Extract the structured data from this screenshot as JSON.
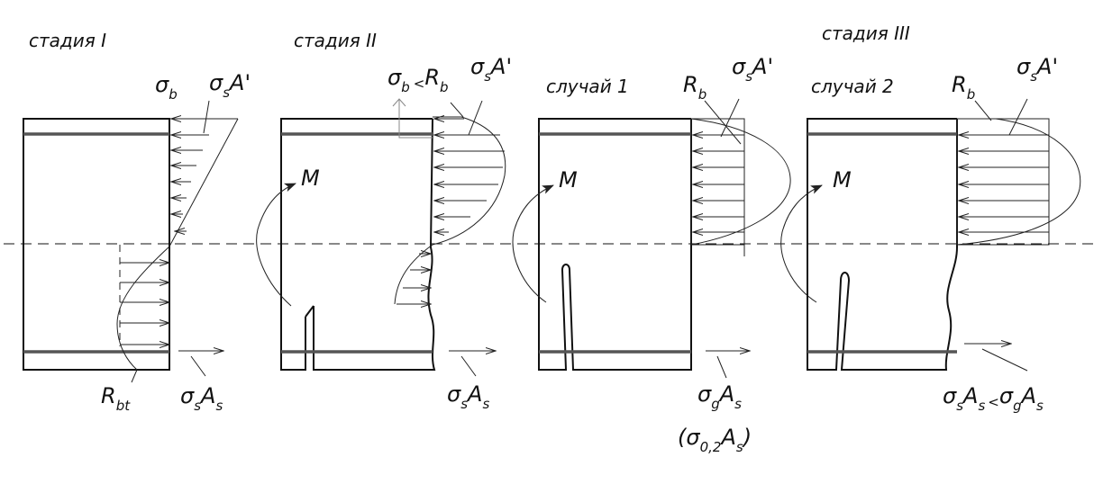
{
  "stages": {
    "stage1": "стадия I",
    "stage2": "стадия II",
    "stage3": "стадия III",
    "case1": "случай 1",
    "case2": "случай 2"
  },
  "symbols": {
    "sigma": "σ",
    "b": "b",
    "s": "s",
    "s_prime": "s",
    "prime": "'",
    "A_prime": "A'",
    "R": "R",
    "bt": "bt",
    "A": "A",
    "M": "M",
    "less": "<",
    "g": "g",
    "sigma02": "(σ",
    "sub02": "0,2",
    "close": ")"
  }
}
